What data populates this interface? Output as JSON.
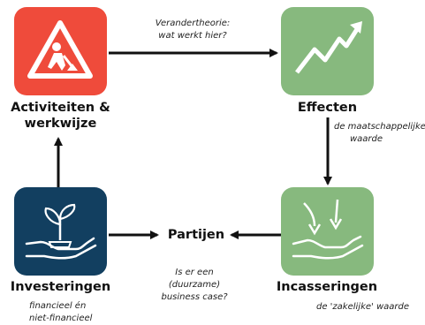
{
  "nodes": {
    "activiteiten": {
      "label_line1": "Activiteiten &",
      "label_line2": "werkwijze",
      "icon": "construction-worker-warning-icon",
      "color": "#EF4B3B"
    },
    "effecten": {
      "label": "Effecten",
      "icon": "rising-trend-arrow-icon",
      "color": "#87B97E"
    },
    "investeringen": {
      "label": "Investeringen",
      "icon": "hand-holding-plant-icon",
      "color": "#123F60"
    },
    "incasseringen": {
      "label": "Incasseringen",
      "icon": "hand-receiving-arrows-icon",
      "color": "#87B97E"
    },
    "partijen": {
      "label": "Partijen"
    }
  },
  "notes": {
    "veranderthorie_line1": "Verandertheorie:",
    "veranderthorie_line2": "wat werkt hier?",
    "maatschappelijk_line1": "de maatschappelijke",
    "maatschappelijk_line2": "waarde",
    "financieel_line1": "financieel én",
    "financieel_line2": "niet-financieel",
    "business_line1": "Is er een",
    "business_line2": "(duurzame)",
    "business_line3": "business case?",
    "zakelijk": "de 'zakelijke' waarde"
  },
  "colors": {
    "arrow": "#111111"
  }
}
